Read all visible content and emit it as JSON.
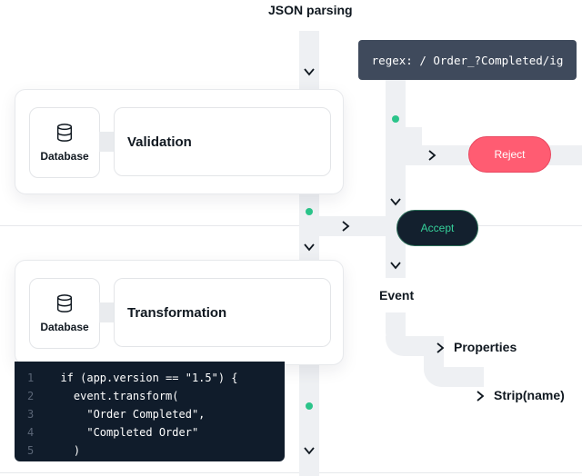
{
  "title": "JSON parsing",
  "regex_text": "regex: / Order_?Completed/ig",
  "stages": [
    {
      "source_label": "Database",
      "step_label": "Validation",
      "source_icon": "database-icon"
    },
    {
      "source_label": "Database",
      "step_label": "Transformation",
      "source_icon": "database-icon"
    }
  ],
  "outcomes": {
    "reject": "Reject",
    "accept": "Accept"
  },
  "event_tree": {
    "root": "Event",
    "child": "Properties",
    "grandchild": "Strip(name)"
  },
  "code_lines": [
    {
      "num": "1",
      "text": "  if (app.version == \"1.5\") {"
    },
    {
      "num": "2",
      "text": "    event.transform("
    },
    {
      "num": "3",
      "text": "      \"Order Completed\","
    },
    {
      "num": "4",
      "text": "      \"Completed Order\""
    },
    {
      "num": "5",
      "text": "    )"
    }
  ],
  "colors": {
    "accent_green": "#2bc48a",
    "reject": "#ff5c72",
    "accept_bg": "#13202e",
    "code_bg": "#101c2b",
    "regex_bg": "#3f4a5c"
  }
}
